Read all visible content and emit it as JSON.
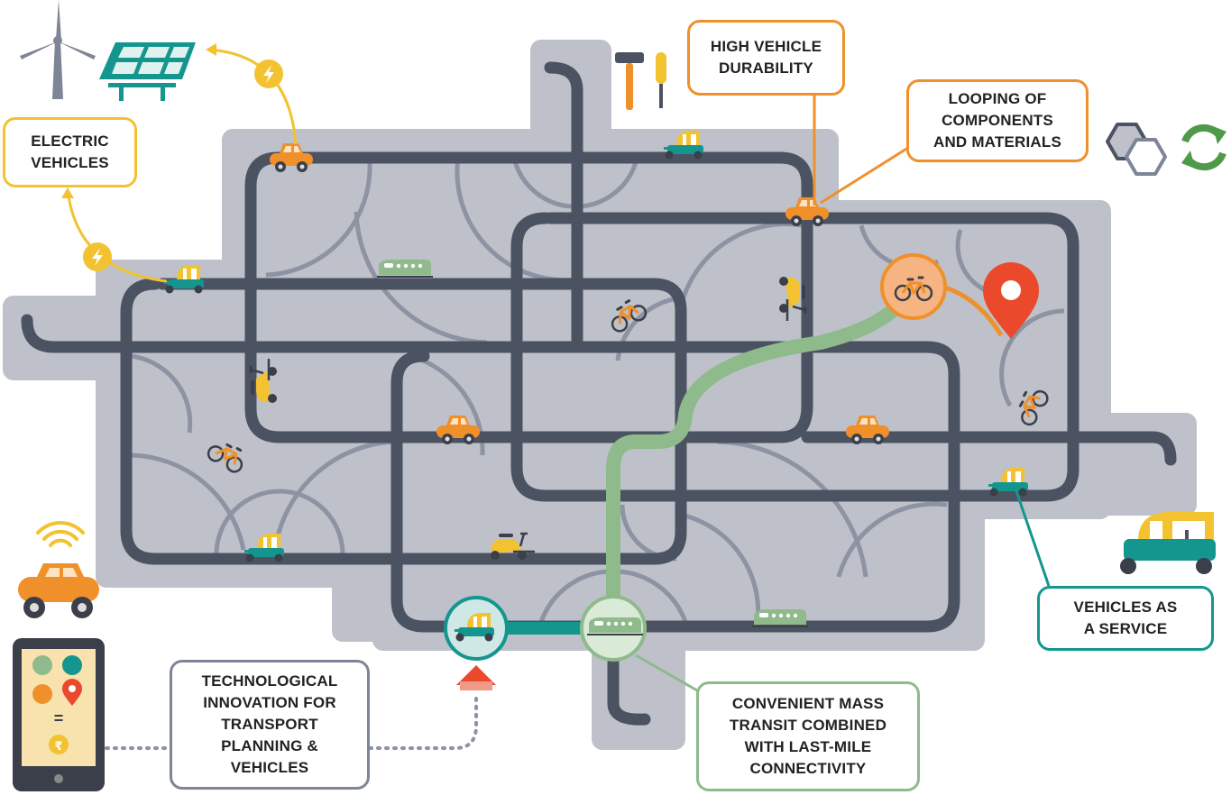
{
  "labels": {
    "electric_vehicles": "ELECTRIC\nVEHICLES",
    "high_vehicle_durability": "HIGH VEHICLE\nDURABILITY",
    "looping": "LOOPING OF\nCOMPONENTS\nAND MATERIALS",
    "vehicles_as_service": "VEHICLES AS\nA SERVICE",
    "mass_transit": "CONVENIENT MASS\nTRANSIT COMBINED\nWITH LAST-MILE\nCONNECTIVITY",
    "tech_innovation": "TECHNOLOGICAL\nINNOVATION FOR\nTRANSPORT\nPLANNING &\nVEHICLES"
  },
  "phone": {
    "equals": "=",
    "currency": "₹"
  },
  "icons": [
    "wind-turbine-icon",
    "solar-panel-icon",
    "lightning-icon",
    "hammer-icon",
    "screwdriver-icon",
    "hexagon-icon",
    "recycle-icon",
    "location-pin-icon",
    "car-icon",
    "auto-rickshaw-icon",
    "bicycle-icon",
    "scooter-icon",
    "train-icon",
    "smartphone-icon",
    "wifi-icon"
  ],
  "colors": {
    "road": "#4b5262",
    "block": "#bec1c9",
    "yellow": "#f2c230",
    "orange": "#f0902a",
    "teal": "#14968f",
    "green": "#8fba8c",
    "red": "#ea4a2b",
    "slate": "#7e8597"
  }
}
